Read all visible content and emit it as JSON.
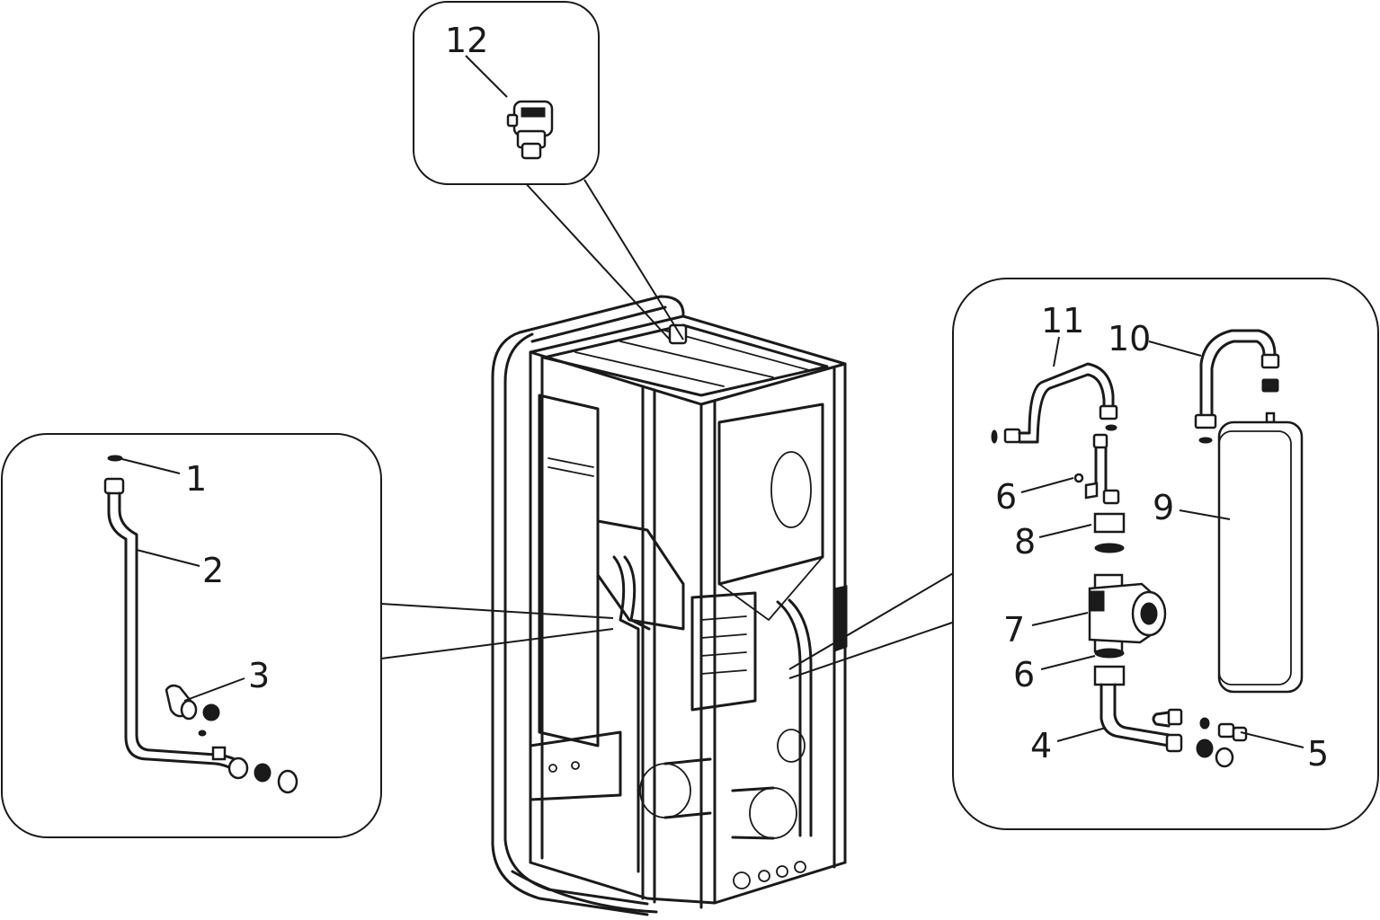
{
  "diagram": {
    "colors": {
      "ink": "#1a1a1a",
      "background": "#ffffff"
    },
    "callouts": [
      {
        "id": "c1",
        "text": "1"
      },
      {
        "id": "c2",
        "text": "2"
      },
      {
        "id": "c3",
        "text": "3"
      },
      {
        "id": "c4",
        "text": "4"
      },
      {
        "id": "c5",
        "text": "5"
      },
      {
        "id": "c6a",
        "text": "6"
      },
      {
        "id": "c6b",
        "text": "6"
      },
      {
        "id": "c7",
        "text": "7"
      },
      {
        "id": "c8",
        "text": "8"
      },
      {
        "id": "c9",
        "text": "9"
      },
      {
        "id": "c10",
        "text": "10"
      },
      {
        "id": "c11",
        "text": "11"
      },
      {
        "id": "c12",
        "text": "12"
      }
    ]
  }
}
